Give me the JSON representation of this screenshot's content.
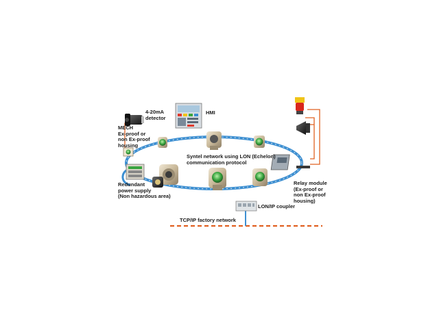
{
  "labels": {
    "detector": "4-20mA\ndetector",
    "hmi": "HMI",
    "mech": "MECH\nEx-proof or\nnon Ex-proof\nhousing",
    "network": "Syntel network using LON (Echelon)\ncommunication protocol",
    "power": "Redundant\npower supply\n(Non hazardous area)",
    "relay": "Relay module\n(Ex-proof or\nnon Ex-proof\nhousing)",
    "coupler": "LON/IP coupler",
    "tcpip": "TCP/IP factory network"
  },
  "colors": {
    "network_ring": "#3c8fd2",
    "ring_dash": "#e8e8e8",
    "factory_line": "#e06020",
    "wiring": "#e06020",
    "metal": "#c9b99a",
    "lens_green": "#3aa540",
    "beacon_red": "#d9261c",
    "beacon_yellow": "#f0c418"
  }
}
